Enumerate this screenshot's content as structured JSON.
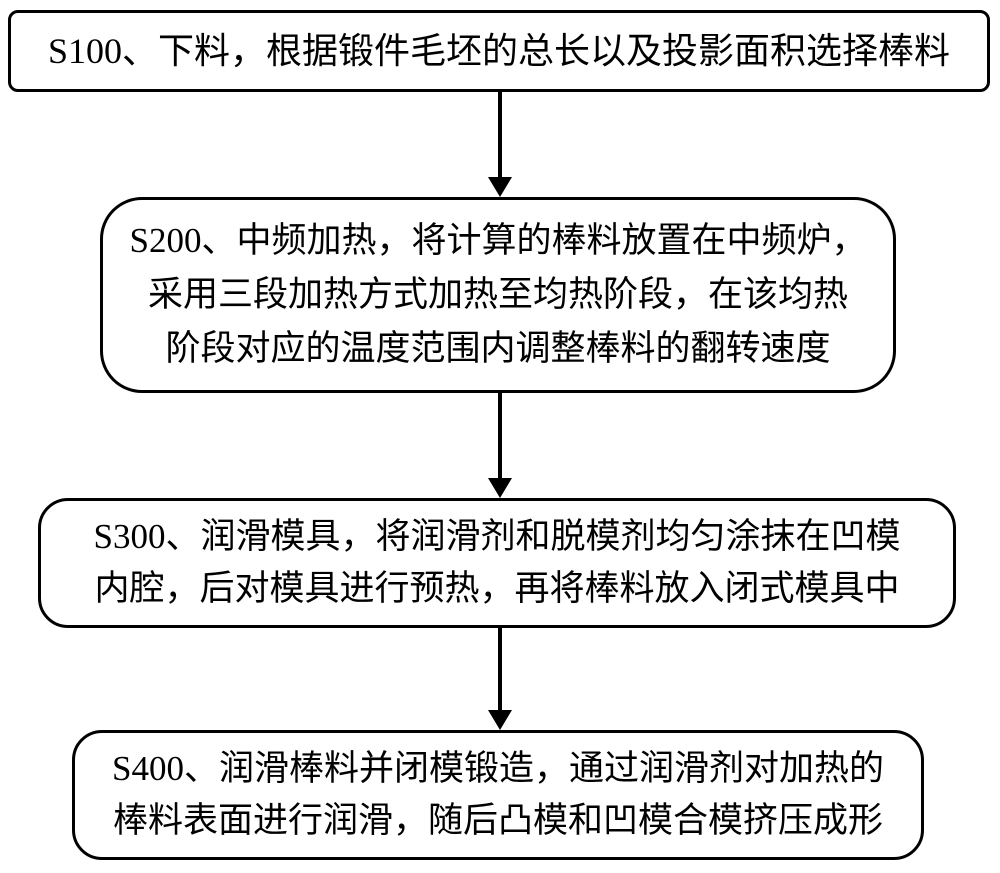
{
  "colors": {
    "border": "#000000",
    "background": "#ffffff",
    "text": "#000000"
  },
  "diagram_type": "flowchart",
  "steps": [
    {
      "id": "S100",
      "text": "S100、下料，根据锻件毛坯的总长以及投影面积选择棒料"
    },
    {
      "id": "S200",
      "text": "S200、中频加热，将计算的棒料放置在中频炉，\n采用三段加热方式加热至均热阶段，在该均热\n阶段对应的温度范围内调整棒料的翻转速度"
    },
    {
      "id": "S300",
      "text": "S300、润滑模具，将润滑剂和脱模剂均匀涂抹在凹模\n内腔，后对模具进行预热，再将棒料放入闭式模具中"
    },
    {
      "id": "S400",
      "text": "S400、润滑棒料并闭模锻造，通过润滑剂对加热的\n棒料表面进行润滑，随后凸模和凹模合模挤压成形"
    }
  ],
  "connectors": [
    {
      "type": "arrow-down",
      "from": "S100",
      "to": "S200"
    },
    {
      "type": "arrow-down",
      "from": "S200",
      "to": "S300"
    },
    {
      "type": "arrow-down",
      "from": "S300",
      "to": "S400"
    }
  ]
}
